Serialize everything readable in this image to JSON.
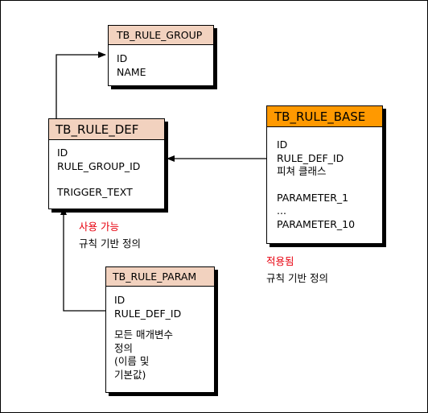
{
  "colors": {
    "header_fill": "#f2d2bf",
    "header_highlight": "#ff9900",
    "note_red": "#e8000e"
  },
  "entities": {
    "rule_group": {
      "title": "TB_RULE_GROUP",
      "fields": [
        "ID",
        "NAME"
      ]
    },
    "rule_def": {
      "title": "TB_RULE_DEF",
      "fields": [
        "ID",
        "RULE_GROUP_ID",
        "TRIGGER_TEXT"
      ]
    },
    "rule_base": {
      "title": "TB_RULE_BASE",
      "fields": [
        "ID",
        "RULE_DEF_ID",
        "피쳐 클래스",
        "PARAMETER_1",
        "...",
        "PARAMETER_10"
      ]
    },
    "rule_param": {
      "title": "TB_RULE_PARAM",
      "fields": [
        "ID",
        "RULE_DEF_ID",
        "모든 매개변수",
        "정의",
        "(이름 및",
        "기본값)"
      ]
    }
  },
  "notes": {
    "available": {
      "red": "사용 가능",
      "black": "규칙 기반 정의"
    },
    "applied": {
      "red": "적용됨",
      "black": "규칙 기반 정의"
    }
  }
}
